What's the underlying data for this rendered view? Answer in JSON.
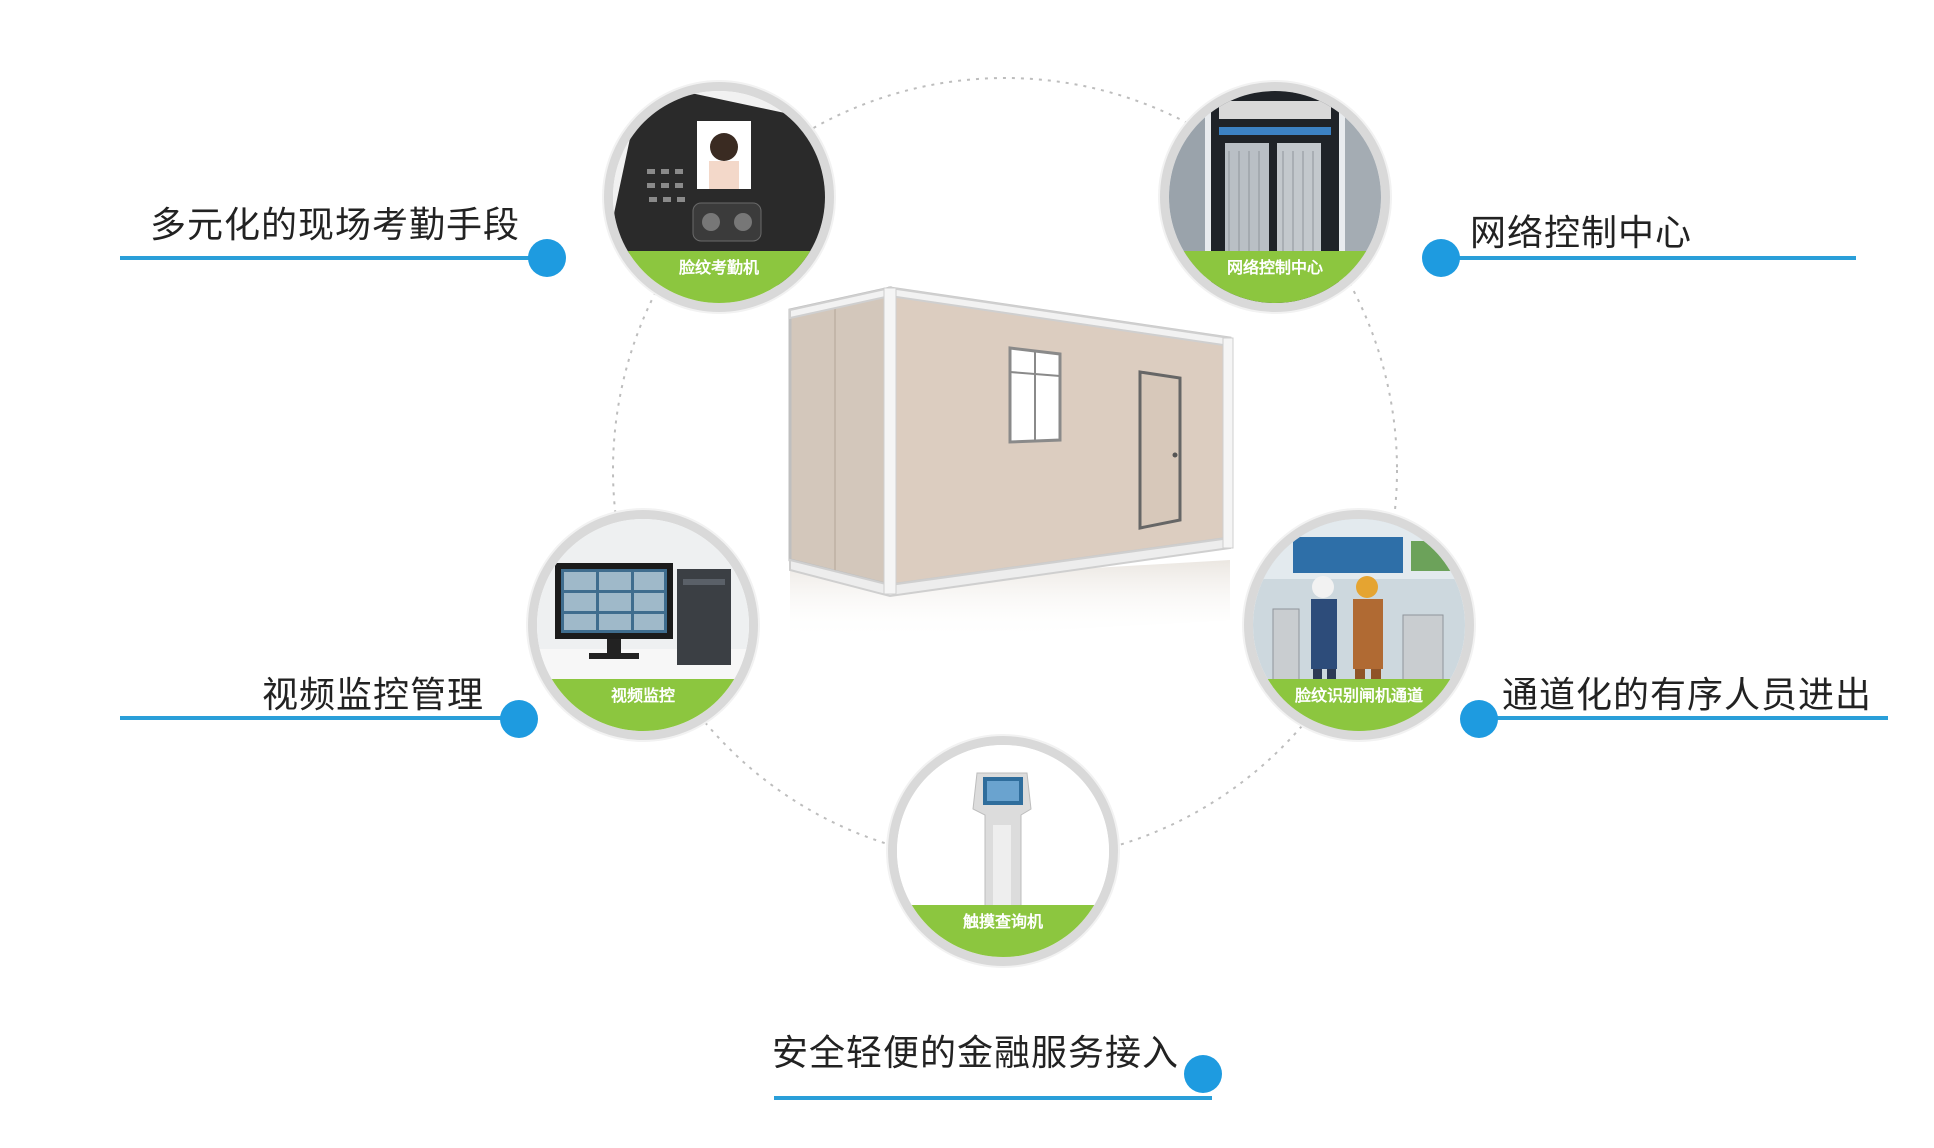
{
  "features": {
    "attendance": {
      "label": "多元化的现场考勤手段",
      "badge": "脸纹考勤机"
    },
    "network": {
      "label": "网络控制中心",
      "badge": "网络控制中心"
    },
    "video": {
      "label": "视频监控管理",
      "badge": "视频监控"
    },
    "gate": {
      "label": "通道化的有序人员进出",
      "badge": "脸纹识别闸机通道"
    },
    "finance": {
      "label": "安全轻便的金融服务接入",
      "badge": "触摸查询机"
    }
  },
  "colors": {
    "accent_line": "#2a9fd9",
    "dot": "#1e9be0",
    "badge_caption": "#8cc63f",
    "badge_ring": "#d9d9d9"
  }
}
